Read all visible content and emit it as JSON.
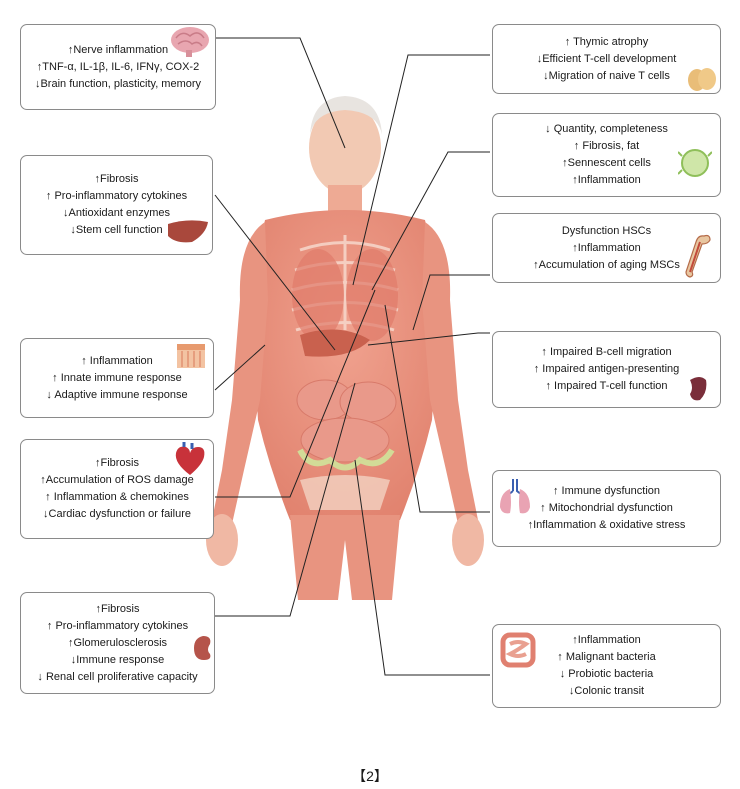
{
  "colors": {
    "box_border": "#8a8a8a",
    "body_skin": "#f2b8a2",
    "muscle": "#e88a78",
    "line": "#222222"
  },
  "boxes": {
    "brain": {
      "lines": [
        "↑Nerve inflammation",
        "↑TNF-α, IL-1β, IL-6, IFNγ, COX-2",
        "↓Brain function, plasticity, memory"
      ],
      "icon": "brain-icon"
    },
    "liver": {
      "lines": [
        "↑Fibrosis",
        "↑ Pro-inflammatory cytokines",
        "↓Antioxidant enzymes",
        "↓Stem cell function"
      ],
      "icon": "liver-icon"
    },
    "skin": {
      "lines": [
        "↑ Inflammation",
        "↑ Innate immune response",
        "↓ Adaptive immune response"
      ],
      "icon": "skin-icon"
    },
    "heart": {
      "lines": [
        "↑Fibrosis",
        "↑Accumulation of ROS damage",
        "↑ Inflammation & chemokines",
        "↓Cardiac dysfunction or failure"
      ],
      "icon": "heart-icon"
    },
    "kidney": {
      "lines": [
        "↑Fibrosis",
        "↑ Pro-inflammatory cytokines",
        "↑Glomerulosclerosis",
        "↓Immune response",
        "↓ Renal cell proliferative capacity"
      ],
      "icon": "kidney-icon"
    },
    "thymus": {
      "lines": [
        "↑ Thymic atrophy",
        "↓Efficient T-cell development",
        "↓Migration of naive T cells"
      ],
      "icon": "thymus-icon"
    },
    "lymph": {
      "lines": [
        "↓ Quantity, completeness",
        "↑ Fibrosis, fat",
        "↑Sennescent cells",
        "↑Inflammation"
      ],
      "icon": "lymph-node-icon"
    },
    "bone": {
      "lines": [
        "Dysfunction HSCs",
        "↑Inflammation",
        "↑Accumulation of aging MSCs"
      ],
      "icon": "bone-icon"
    },
    "spleen": {
      "lines": [
        "↑ Impaired B-cell migration",
        "↑ Impaired antigen-presenting",
        "↑ Impaired T-cell function"
      ],
      "icon": "spleen-icon"
    },
    "lung": {
      "lines": [
        "↑ Immune dysfunction",
        "↑ Mitochondrial dysfunction",
        "↑Inflammation & oxidative stress"
      ],
      "icon": "lung-icon"
    },
    "gut": {
      "lines": [
        "↑Inflammation",
        "↑ Malignant bacteria",
        "↓ Probiotic bacteria",
        "↓Colonic transit"
      ],
      "icon": "intestine-icon"
    }
  },
  "caption": "【2】"
}
